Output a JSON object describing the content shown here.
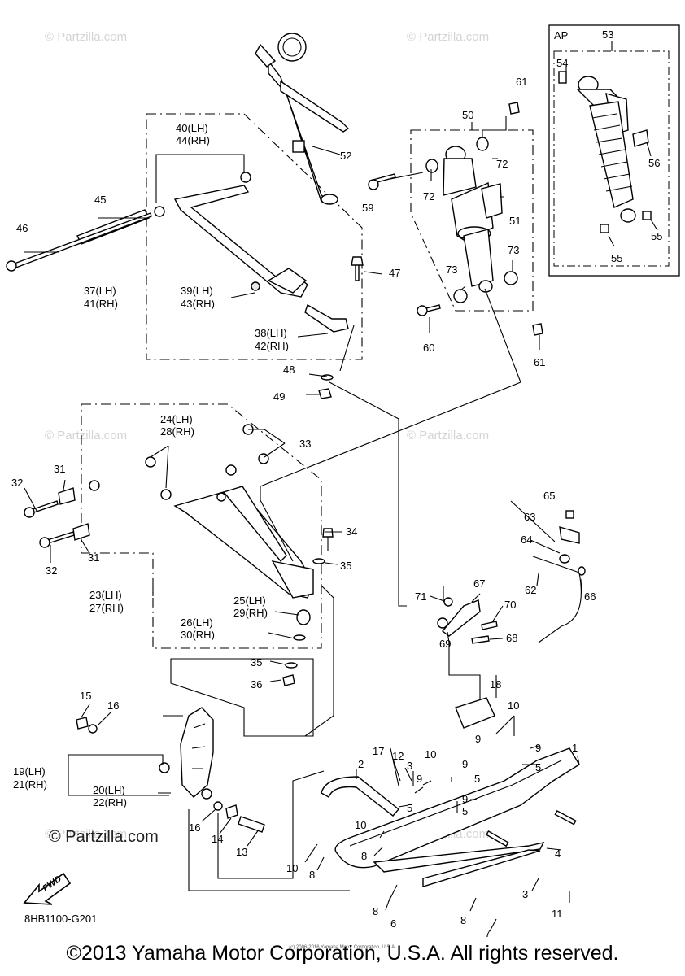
{
  "watermarks": [
    "© Partzilla.com",
    "© Partzilla.com",
    "© Partzilla.com",
    "© Partzilla.com",
    "© Partzilla.com",
    "© Partzilla.com"
  ],
  "big_watermark": "© Partzilla.com",
  "inset_label": "AP",
  "diagram_code": "8HB1100-G201",
  "fwd_label": "FWD",
  "copyright_small": "(c) 2006-2016 Yamaha Motor Corporation, U.S.A.",
  "copyright": "©2013 Yamaha Motor Corporation, U.S.A. All rights reserved.",
  "callouts": {
    "n1": "1",
    "n2": "2",
    "n3a": "3",
    "n3b": "3",
    "n4": "4",
    "n5a": "5",
    "n5b": "5",
    "n5c": "5",
    "n5d": "5",
    "n6": "6",
    "n7": "7",
    "n8a": "8",
    "n8b": "8",
    "n8c": "8",
    "n8d": "8",
    "n9a": "9",
    "n9b": "9",
    "n9c": "9",
    "n9d": "9",
    "n9e": "9",
    "n10a": "10",
    "n10b": "10",
    "n10c": "10",
    "n10d": "10",
    "n11": "11",
    "n12": "12",
    "n13": "13",
    "n14": "14",
    "n15": "15",
    "n16a": "16",
    "n16b": "16",
    "n17": "17",
    "n18": "18",
    "n19": "19(LH)",
    "n21": "21(RH)",
    "n20": "20(LH)",
    "n22": "22(RH)",
    "n23": "23(LH)",
    "n27": "27(RH)",
    "n24": "24(LH)",
    "n28": "28(RH)",
    "n25": "25(LH)",
    "n29": "29(RH)",
    "n26": "26(LH)",
    "n30": "30(RH)",
    "n31a": "31",
    "n31b": "31",
    "n32a": "32",
    "n32b": "32",
    "n33": "33",
    "n34": "34",
    "n35a": "35",
    "n35b": "35",
    "n36": "36",
    "n37": "37(LH)",
    "n41": "41(RH)",
    "n38": "38(LH)",
    "n42": "42(RH)",
    "n39": "39(LH)",
    "n43": "43(RH)",
    "n40": "40(LH)",
    "n44": "44(RH)",
    "n45": "45",
    "n46": "46",
    "n47": "47",
    "n48": "48",
    "n49": "49",
    "n50": "50",
    "n51": "51",
    "n52": "52",
    "n53": "53",
    "n54": "54",
    "n55a": "55",
    "n55b": "55",
    "n56": "56",
    "n59": "59",
    "n60": "60",
    "n61a": "61",
    "n61b": "61",
    "n62": "62",
    "n63": "63",
    "n64": "64",
    "n65": "65",
    "n66": "66",
    "n67": "67",
    "n68": "68",
    "n69": "69",
    "n70": "70",
    "n71": "71",
    "n72a": "72",
    "n72b": "72",
    "n73a": "73",
    "n73b": "73"
  }
}
